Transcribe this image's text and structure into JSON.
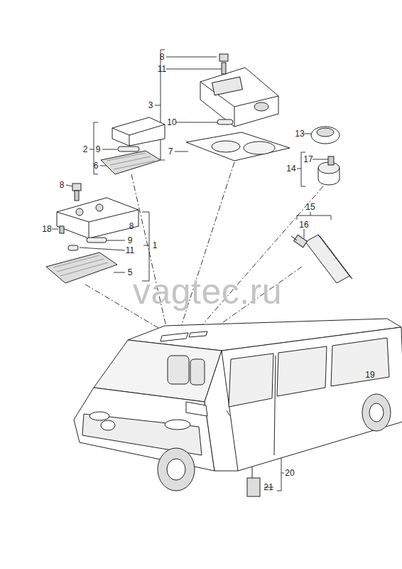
{
  "diagram": {
    "labels": [
      "8",
      "11",
      "3",
      "10",
      "7",
      "13",
      "17",
      "14",
      "15",
      "16",
      "2",
      "9",
      "6",
      "8",
      "8",
      "18",
      "9",
      "11",
      "1",
      "5",
      "19",
      "20",
      "21",
      "vagtec.ru"
    ]
  }
}
